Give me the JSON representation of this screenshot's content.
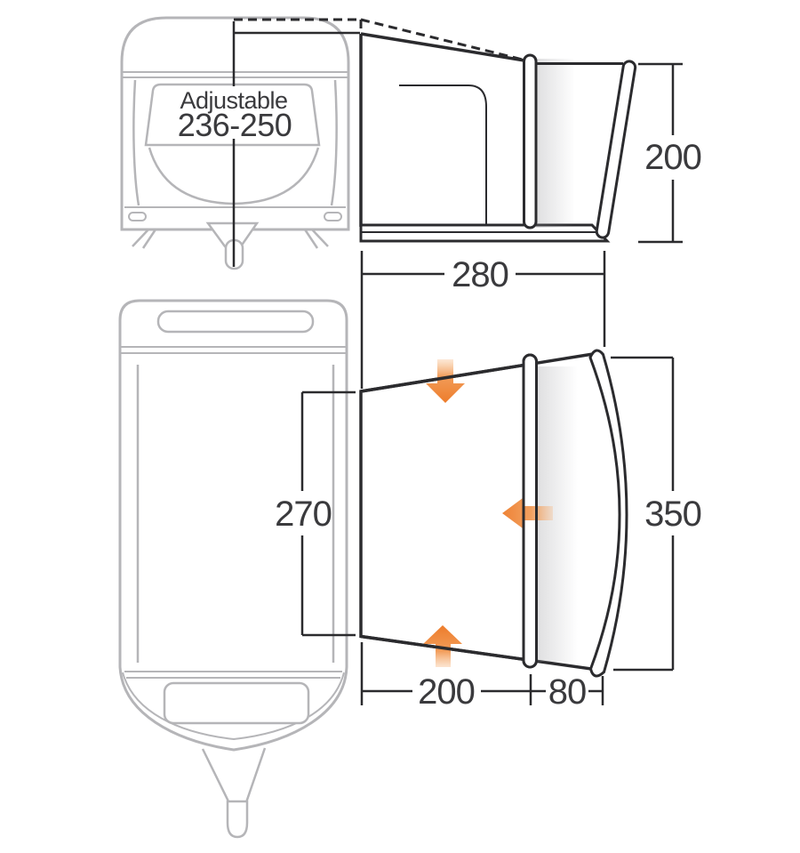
{
  "diagram_title": "awning-dimensions-diagram",
  "front_view": {
    "adjustable_label": "Adjustable",
    "adjustable_range": "236-250"
  },
  "side_view": {
    "height": "200",
    "depth": "280"
  },
  "plan_view": {
    "attachment_width": "270",
    "front_width": "350",
    "canopy_depth": "200",
    "porch_extension": "80"
  },
  "colors": {
    "accent_orange": "#ED7C2B",
    "line_dark": "#2B2B2E",
    "line_gray": "#B5B5B8"
  }
}
